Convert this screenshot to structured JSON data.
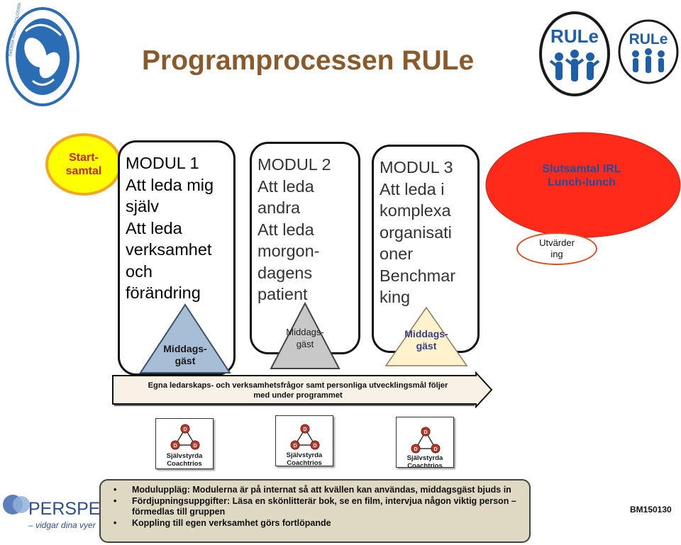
{
  "title": "Programprocessen RULe",
  "start": {
    "line1": "Start-",
    "line2": "samtal"
  },
  "modules": [
    {
      "lines": [
        "MODUL 1",
        "Att leda mig",
        "själv",
        "Att leda",
        "verksamhet",
        "och",
        "förändring"
      ]
    },
    {
      "lines": [
        "MODUL 2",
        "Att leda",
        "andra",
        "Att leda",
        "morgon-",
        "dagens",
        "patient"
      ]
    },
    {
      "lines": [
        "MODUL 3",
        "Att leda i",
        "komplexa",
        "organisati",
        "oner",
        "Benchmar",
        "king"
      ]
    }
  ],
  "guests": [
    {
      "line1": "Middags-",
      "line2": "gäst"
    },
    {
      "line1": "Middags-",
      "line2": "gäst"
    },
    {
      "line1": "Middags-",
      "line2": "gäst"
    }
  ],
  "closing": {
    "line1": "Slutsamtal IRL",
    "line2": "Lunch-lunch"
  },
  "evaluation": {
    "line1": "Utvärder",
    "line2": "ing"
  },
  "arrow": {
    "line1": "Egna ledarskaps- och verksamhetsfrågor samt personliga utvecklingsmål följer",
    "line2": "med under programmet"
  },
  "coach_node": "D",
  "coach_groups": [
    {
      "line1": "Självstyrda",
      "line2": "Coachtrios"
    },
    {
      "line1": "Självstyrda",
      "line2": "Coachtrios"
    },
    {
      "line1": "Självstyrda",
      "line2": "Coachtrios"
    }
  ],
  "bullets": [
    "Moduluppläg: Modulerna är på internat så att kvällen kan användas, middagsgäst bjuds in",
    "Fördjupningsuppgifter: Läsa en skönlitterär bok, se en film, intervjua någon viktig person – förmedlas till gruppen",
    "Koppling till egen verksamhet görs fortlöpande"
  ],
  "logos": {
    "rule": "RULe",
    "perspect_name": "PERSPEC",
    "perspect_tagline": "– vidgar dina vyer",
    "society": "SVENSK REUMATOLOGISK FÖRENING"
  },
  "code": "BM150130",
  "colors": {
    "title": "#8a5a2b",
    "start_fill": "#ffff00",
    "closing_fill": "#ff2a1a",
    "rule_blue": "#1f5fa8",
    "bottom_fill": "#ddd9c3"
  }
}
